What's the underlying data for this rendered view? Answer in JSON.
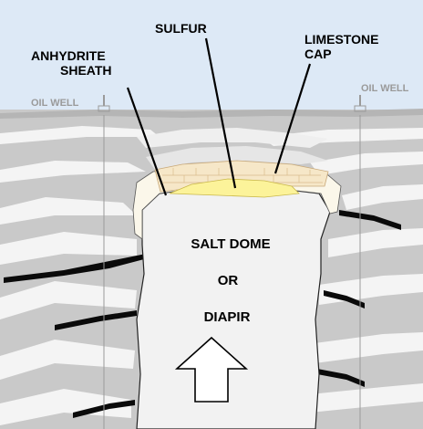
{
  "labels": {
    "sulfur": "SULFUR",
    "anhydrite_line1": "ANHYDRITE",
    "anhydrite_line2": "SHEATH",
    "limestone_line1": "LIMESTONE",
    "limestone_line2": "CAP",
    "oil_well_left": "OIL WELL",
    "oil_well_right": "OIL WELL",
    "dome_line1": "SALT DOME",
    "dome_line2": "OR",
    "dome_line3": "DIAPIR"
  },
  "colors": {
    "sky": "#dde9f6",
    "strata_gray": "#c8c8c8",
    "strata_light": "#f6f6f6",
    "salt": "#f2f2f2",
    "sulfur": "#fcf39a",
    "limestone": "#f6e7c8",
    "anhydrite": "#fbf7ea",
    "oil": "#0a0a0a"
  }
}
